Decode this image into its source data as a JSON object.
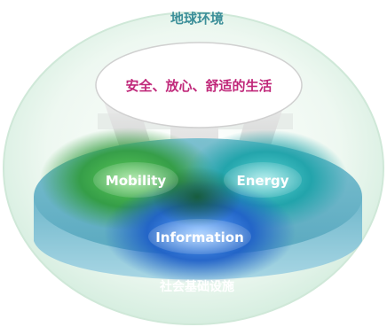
{
  "diagram": {
    "outer_label": "地球环境",
    "top_label": "安全、放心、舒适的生活",
    "base_label": "社会基础设施",
    "nodes": [
      {
        "id": "mobility",
        "label": "Mobility",
        "color": "#3aa040"
      },
      {
        "id": "energy",
        "label": "Energy",
        "color": "#2aa8b0"
      },
      {
        "id": "information",
        "label": "Information",
        "color": "#2a6fd0"
      }
    ],
    "colors": {
      "outer_text": "#3c8f99",
      "top_text": "#c0287a",
      "node_text": "#ffffff",
      "base_text": "#ffffff"
    }
  }
}
